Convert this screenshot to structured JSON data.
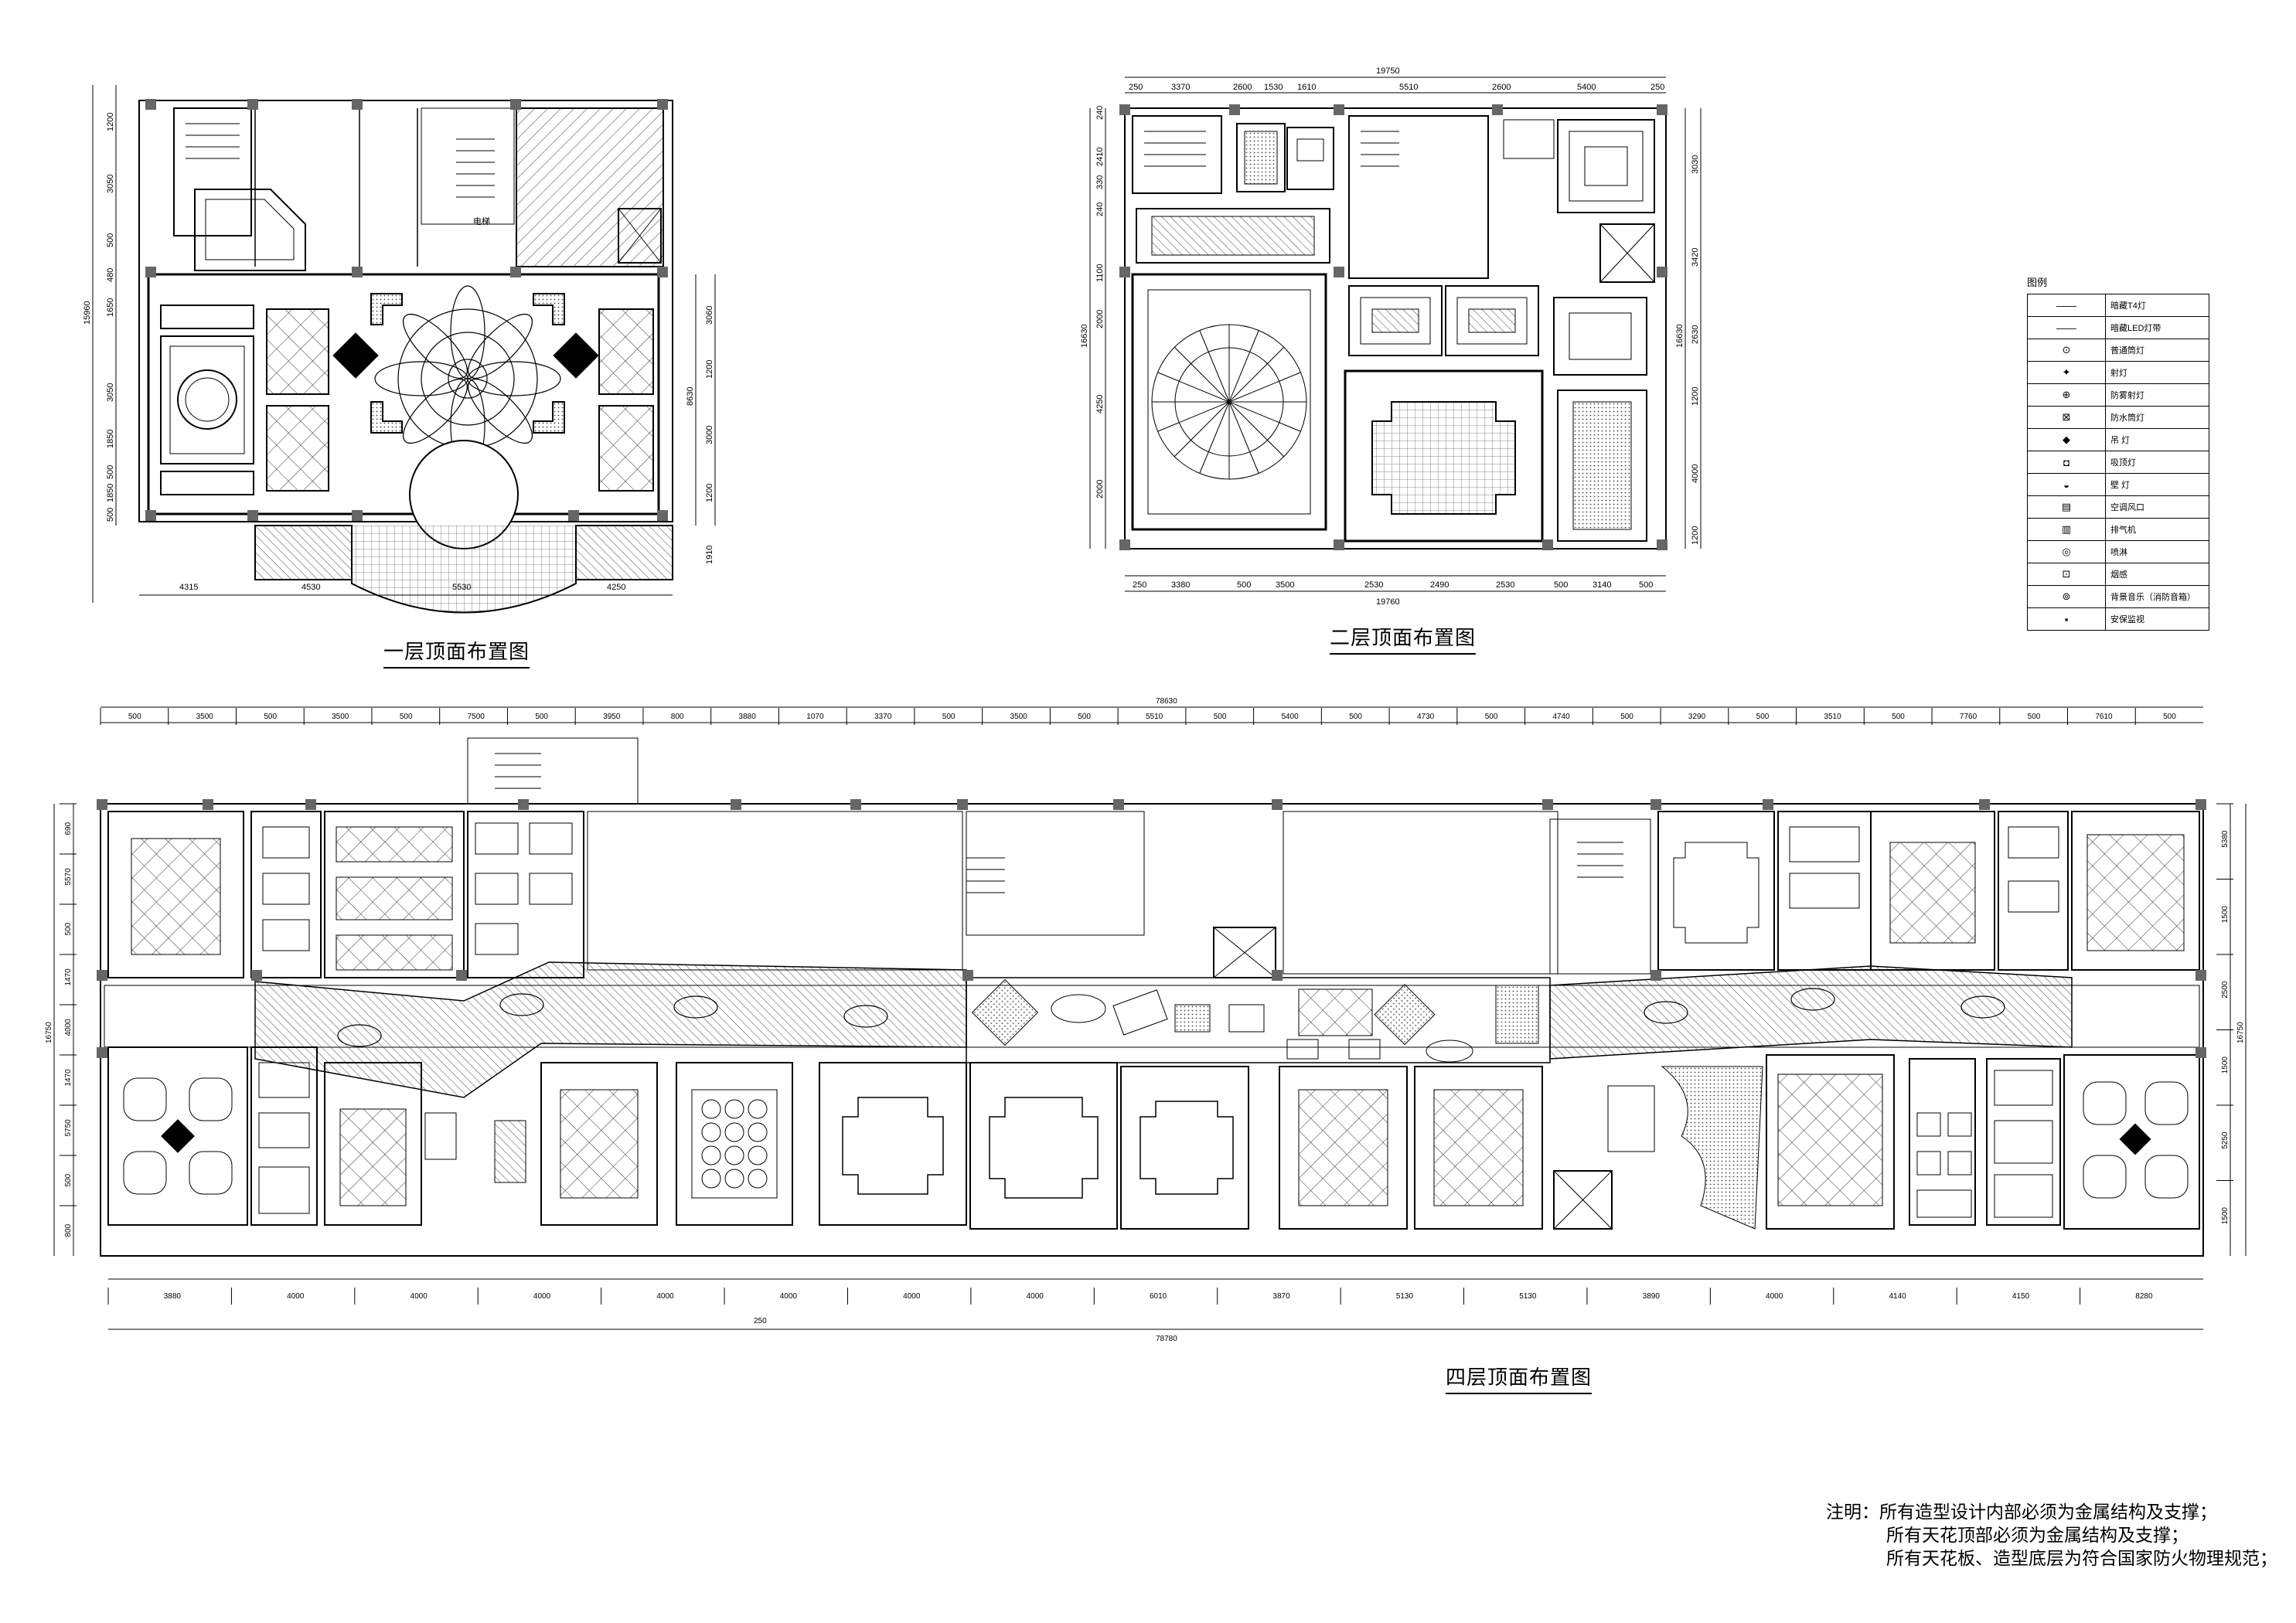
{
  "plans": {
    "first": {
      "title": "一层顶面布置图",
      "dims_top": [],
      "dims_bottom": [
        "4315",
        "4530",
        "5530",
        "4250"
      ],
      "dims_left": [
        "1200",
        "3050",
        "500",
        "480",
        "1650",
        "3050",
        "1850",
        "500",
        "1850",
        "500"
      ],
      "dims_left_total": "15960",
      "dims_right": [
        "3060",
        "1200",
        "3000",
        "1200",
        "1910"
      ],
      "dims_right_total": "8630",
      "room_label": "电梯"
    },
    "second": {
      "title": "二层顶面布置图",
      "dims_top_total": "19750",
      "dims_top": [
        "250",
        "3370",
        "2600",
        "1530",
        "1610",
        "5510",
        "2600",
        "5400",
        "250"
      ],
      "dims_bottom_total": "19760",
      "dims_bottom": [
        "250",
        "3380",
        "500",
        "3500",
        "2530",
        "2490",
        "2530",
        "500",
        "3140",
        "500"
      ],
      "dims_left_total": "16630",
      "dims_left": [
        "240",
        "2410",
        "330",
        "240",
        "1100",
        "2000",
        "4250",
        "2000"
      ],
      "dims_right": [
        "3030",
        "3420",
        "2630",
        "1200",
        "4000",
        "1200"
      ],
      "dims_right_total": "16630"
    },
    "fourth": {
      "title": "四层顶面布置图",
      "dims_top_total": "78630",
      "dims_top": [
        "500",
        "3500",
        "500",
        "3500",
        "500",
        "7500",
        "500",
        "3950",
        "800",
        "3880",
        "1070",
        "3370",
        "500",
        "3500",
        "500",
        "5510",
        "500",
        "5400",
        "500",
        "4730",
        "500",
        "4740",
        "500",
        "3290",
        "500",
        "3510",
        "500",
        "7760",
        "500",
        "7610",
        "500"
      ],
      "dims_bottom_total": "78780",
      "dims_bottom": [
        "3880",
        "4000",
        "4000",
        "4000",
        "4000",
        "4000",
        "4000",
        "4000",
        "6010",
        "3870",
        "5130",
        "5130",
        "3890",
        "4000",
        "4140",
        "4150",
        "8280"
      ],
      "dims_bottom_mid": "250",
      "dims_left_total": "16750",
      "dims_left": [
        "690",
        "5570",
        "500",
        "1470",
        "4000",
        "1470",
        "5750",
        "500",
        "800"
      ],
      "dims_right_total": "16750",
      "dims_right": [
        "5380",
        "1500",
        "2500",
        "1500",
        "5250",
        "1500"
      ]
    }
  },
  "legend": {
    "title": "图例",
    "items": [
      {
        "symbol": "——",
        "label": "暗藏T4灯"
      },
      {
        "symbol": "——",
        "label": "暗藏LED灯带"
      },
      {
        "symbol": "⊙",
        "label": "普通筒灯"
      },
      {
        "symbol": "✦",
        "label": "射灯"
      },
      {
        "symbol": "⊕",
        "label": "防雾射灯"
      },
      {
        "symbol": "⊠",
        "label": "防水筒灯"
      },
      {
        "symbol": "◆",
        "label": "吊 灯"
      },
      {
        "symbol": "◘",
        "label": "吸顶灯"
      },
      {
        "symbol": "◒",
        "label": "壁 灯"
      },
      {
        "symbol": "▤",
        "label": "空调风口"
      },
      {
        "symbol": "▥",
        "label": "排气机"
      },
      {
        "symbol": "◎",
        "label": "喷淋"
      },
      {
        "symbol": "⊡",
        "label": "烟感"
      },
      {
        "symbol": "⊚",
        "label": "背景音乐（消防音箱）"
      },
      {
        "symbol": "▪",
        "label": "安保监视"
      }
    ]
  },
  "notes": {
    "line1": "注明：所有造型设计内部必须为金属结构及支撑；",
    "line2": "所有天花顶部必须为金属结构及支撑；",
    "line3": "所有天花板、造型底层为符合国家防火物理规范；"
  },
  "colors": {
    "ink": "#000000",
    "paper": "#ffffff",
    "hatch": "#555555"
  }
}
